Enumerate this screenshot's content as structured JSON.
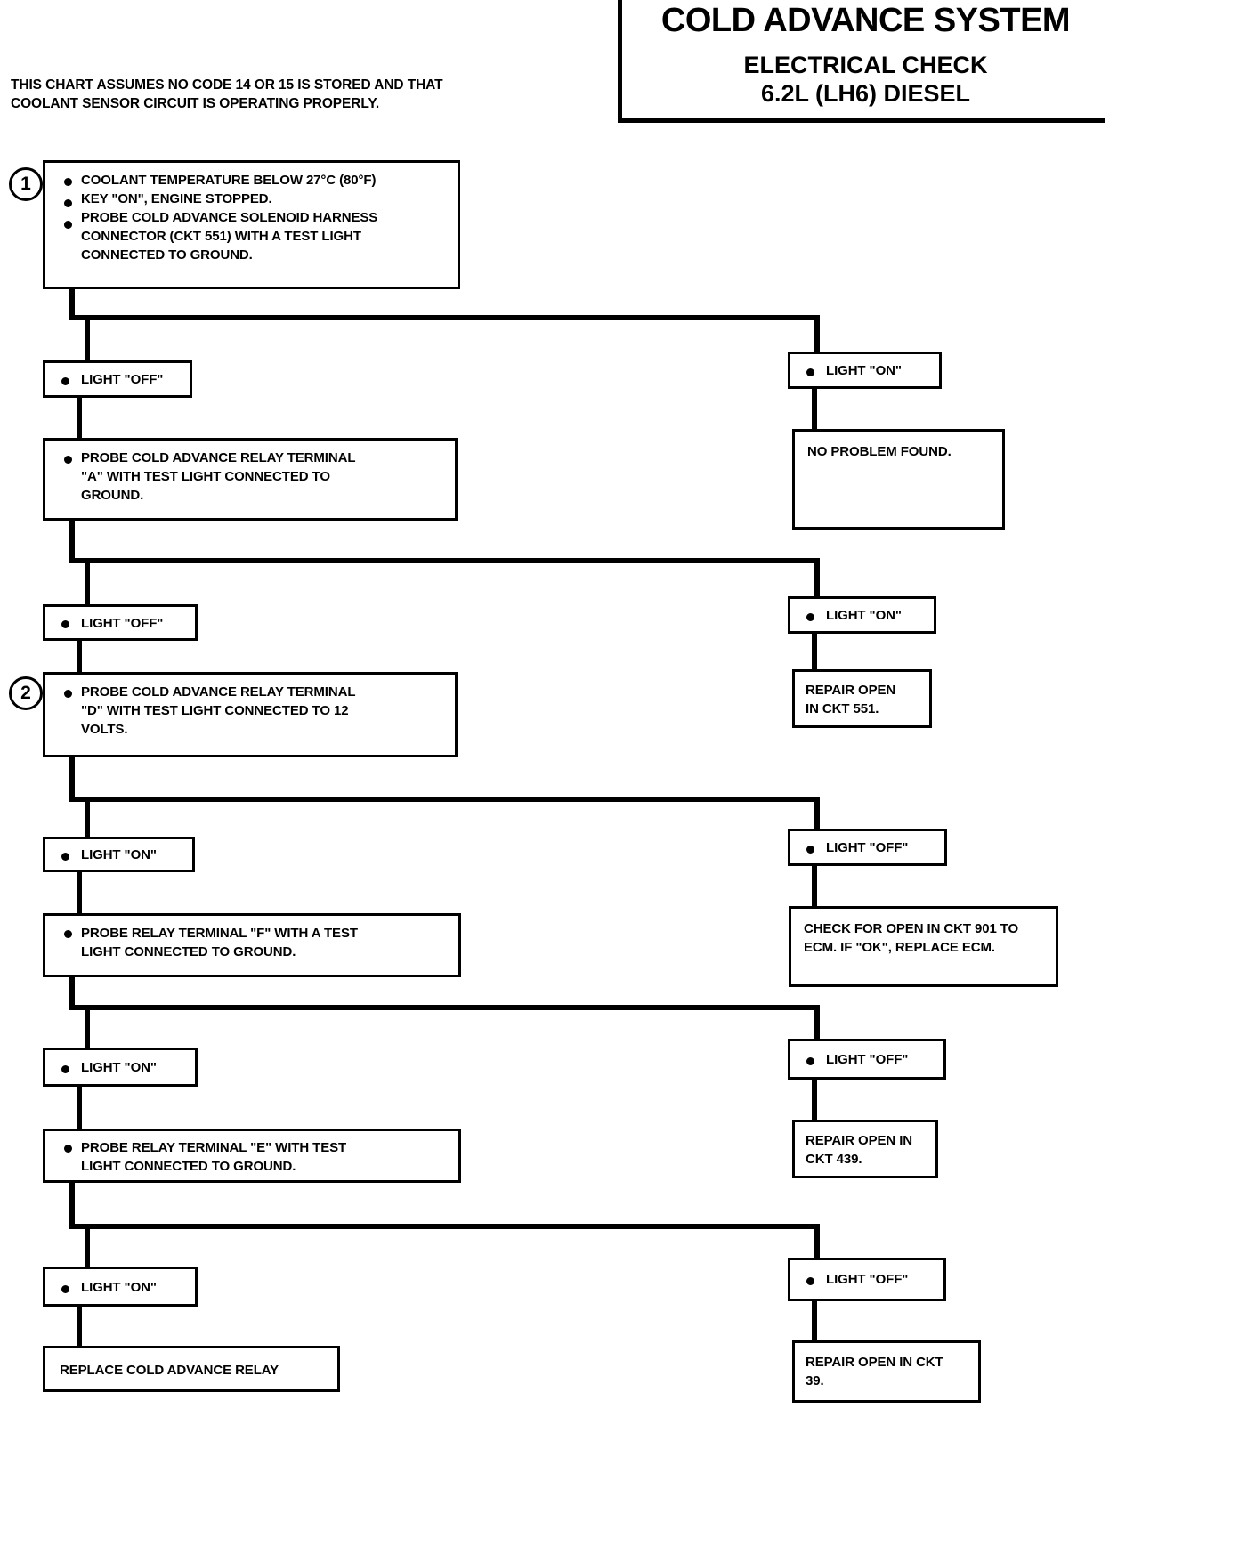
{
  "header": {
    "title": "COLD ADVANCE SYSTEM",
    "subtitle1": "ELECTRICAL CHECK",
    "subtitle2": "6.2L  (LH6) DIESEL"
  },
  "note": {
    "line1": "THIS CHART ASSUMES NO CODE 14 OR 15 IS STORED AND THAT",
    "line2": "COOLANT SENSOR CIRCUIT IS OPERATING PROPERLY."
  },
  "steps": {
    "one": "1",
    "two": "2"
  },
  "boxes": {
    "step1": {
      "b1": "COOLANT TEMPERATURE BELOW 27°C (80°F)",
      "b2": "KEY \"ON\", ENGINE  STOPPED.",
      "b3_l1": "PROBE COLD ADVANCE SOLENOID HARNESS",
      "b3_l2": "CONNECTOR (CKT 551) WITH A TEST LIGHT",
      "b3_l3": "CONNECTED TO GROUND."
    },
    "light_off_1": "LIGHT \"OFF\"",
    "light_on_1": "LIGHT  \"ON\"",
    "no_problem": "NO PROBLEM FOUND.",
    "probe_a": {
      "l1": "PROBE COLD ADVANCE RELAY TERMINAL",
      "l2": "\"A\" WITH TEST LIGHT CONNECTED TO",
      "l3": "GROUND."
    },
    "light_off_2": "LIGHT \"OFF\"",
    "light_on_2": "LIGHT \"ON\"",
    "repair_551": {
      "l1": "REPAIR OPEN",
      "l2": "IN CKT 551."
    },
    "probe_d": {
      "l1": "PROBE COLD ADVANCE RELAY TERMINAL",
      "l2": "\"D\" WITH TEST LIGHT CONNECTED TO 12",
      "l3": "VOLTS."
    },
    "light_on_3": "LIGHT \"ON\"",
    "light_off_3": "LIGHT \"OFF\"",
    "check_901": {
      "l1": "CHECK FOR OPEN IN CKT 901 TO",
      "l2": "ECM. IF \"OK\", REPLACE ECM."
    },
    "probe_f": {
      "l1": "PROBE RELAY TERMINAL \"F\" WITH A TEST",
      "l2": "LIGHT CONNECTED TO GROUND."
    },
    "light_on_4": "LIGHT \"ON\"",
    "light_off_4": "LIGHT  \"OFF\"",
    "repair_439": {
      "l1": "REPAIR OPEN IN",
      "l2": "CKT 439."
    },
    "probe_e": {
      "l1": "PROBE RELAY TERMINAL \"E\" WITH  TEST",
      "l2": "LIGHT CONNECTED TO GROUND."
    },
    "light_on_5": "LIGHT \"ON\"",
    "light_off_5": "LIGHT  \"OFF\"",
    "repair_39": {
      "l1": "REPAIR OPEN IN CKT",
      "l2": "39."
    },
    "replace_relay": "REPLACE COLD ADVANCE RELAY"
  }
}
